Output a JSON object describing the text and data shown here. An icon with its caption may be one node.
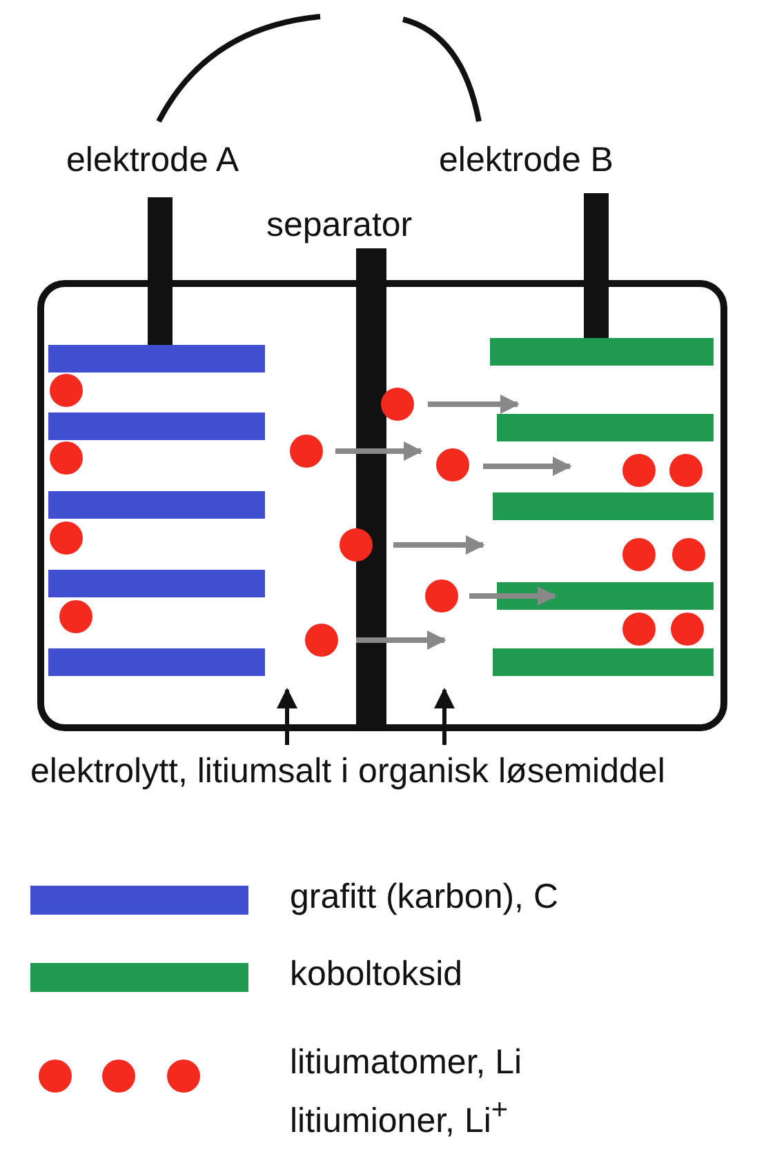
{
  "diagram": {
    "nodes": [
      {
        "text": [],
        "shape": "box"
      },
      {
        "text": [
          "elektrolytt, litiumsalt i organisk løsemiddel"
        ]
      }
    ],
    "edges": [
      {
        "from": 1,
        "to": 0,
        "arrow": "to"
      },
      {
        "from": 1,
        "to": 0,
        "arrow": "to"
      }
    ],
    "labels": [
      "elektrode A",
      "elektrode B",
      "separator"
    ],
    "legend": [
      {
        "text": "grafitt (karbon), C",
        "color": "#3f4fd0"
      },
      {
        "text": "koboltoksid",
        "color": "#1f9a4f"
      },
      {
        "text": "litiumatomer, Li"
      },
      {
        "text": "litiumioner, Li$^{+}$"
      }
    ]
  }
}
